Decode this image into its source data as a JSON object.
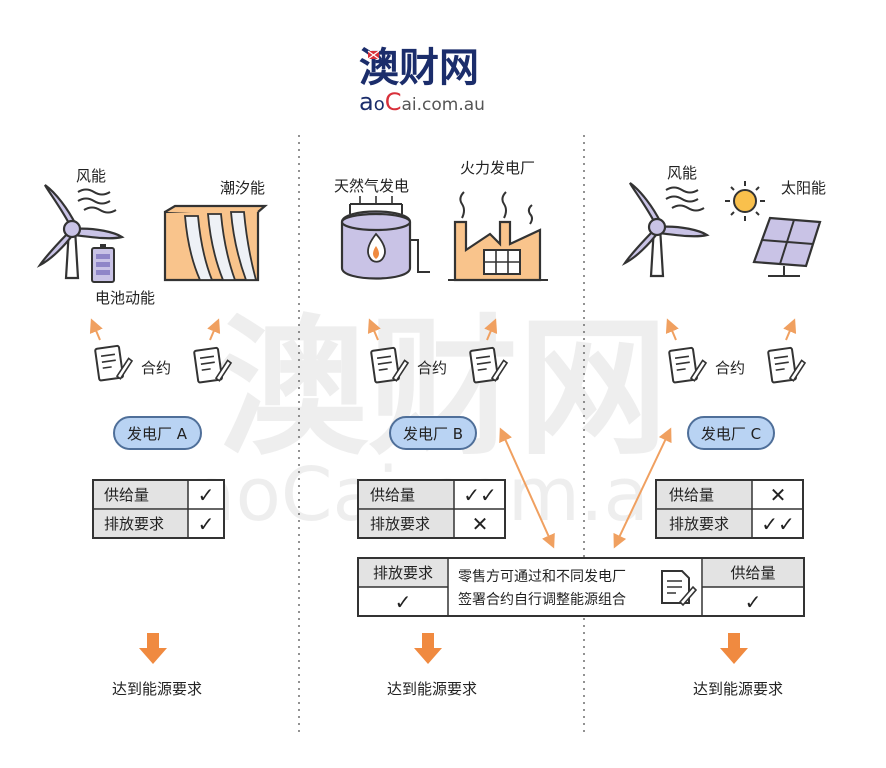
{
  "logo": {
    "name": "澳财网",
    "domain_prefix_a": "a",
    "domain_prefix_o": "o",
    "domain_prefix_c": "C",
    "domain_rest": "ai.com.au"
  },
  "watermark": {
    "name": "澳财网",
    "domain": "aoCai.com.au"
  },
  "columns": [
    {
      "sources": [
        "风能",
        "潮汐能",
        "电池动能"
      ],
      "contract_label": "合约",
      "plant_label": "发电厂 A",
      "table": [
        {
          "label": "供给量",
          "mark": "✓"
        },
        {
          "label": "排放要求",
          "mark": "✓"
        }
      ],
      "outcome": "达到能源要求"
    },
    {
      "sources": [
        "天然气发电",
        "火力发电厂"
      ],
      "contract_label": "合约",
      "plant_label": "发电厂 B",
      "table": [
        {
          "label": "供给量",
          "mark": "✓✓"
        },
        {
          "label": "排放要求",
          "mark": "✕"
        }
      ],
      "outcome": "达到能源要求"
    },
    {
      "sources": [
        "风能",
        "太阳能"
      ],
      "contract_label": "合约",
      "plant_label": "发电厂 C",
      "table": [
        {
          "label": "供给量",
          "mark": "✕"
        },
        {
          "label": "排放要求",
          "mark": "✓✓"
        }
      ],
      "outcome": "达到能源要求"
    }
  ],
  "combined": {
    "left_header": "排放要求",
    "left_mark": "✓",
    "middle_line1": "零售方可通过和不同发电厂",
    "middle_line2": "签署合约自行调整能源组合",
    "right_header": "供给量",
    "right_mark": "✓"
  },
  "colors": {
    "orange": "#f0a060",
    "arrow_down": "#f08a40",
    "pill_fill": "#b9d3f3",
    "pill_stroke": "#4f6f99",
    "table_header": "#e3e3e3",
    "lilac": "#c9c3e6",
    "peach": "#f9c48c",
    "logo_navy": "#1b2d6b",
    "logo_red": "#d8303a"
  }
}
